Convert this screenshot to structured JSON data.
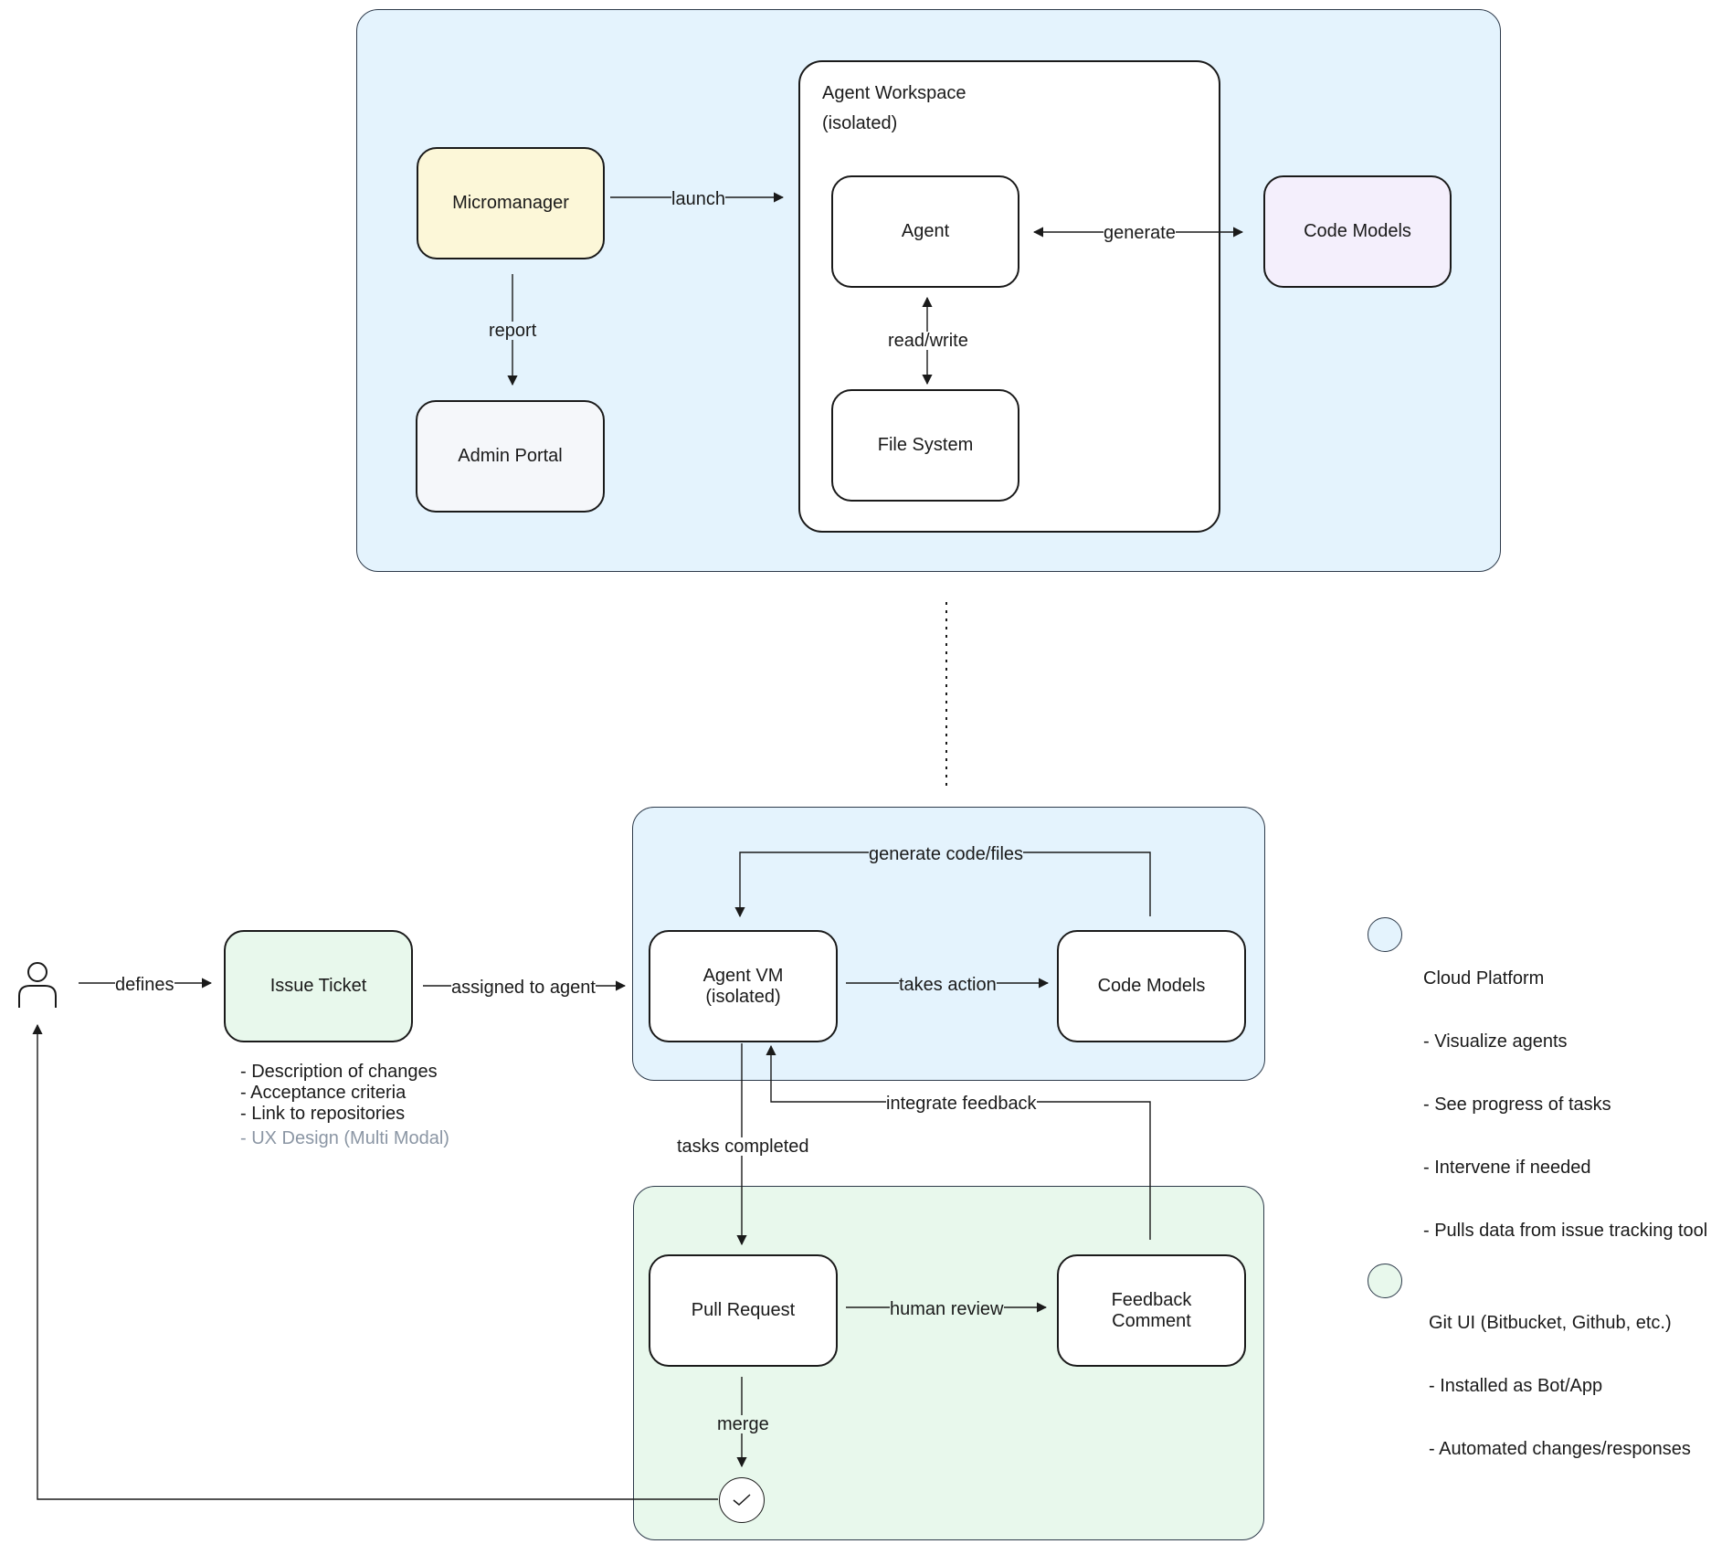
{
  "top": {
    "micromanager": "Micromanager",
    "admin_portal": "Admin Portal",
    "workspace_title": "Agent Workspace",
    "workspace_subtitle": "(isolated)",
    "agent": "Agent",
    "file_system": "File System",
    "code_models": "Code Models",
    "edge_launch": "launch",
    "edge_report": "report",
    "edge_generate": "generate",
    "edge_readwrite": "read/write"
  },
  "bottom": {
    "issue_ticket": "Issue Ticket",
    "agent_vm": "Agent VM\n(isolated)",
    "code_models": "Code Models",
    "pull_request": "Pull Request",
    "feedback_comment": "Feedback\nComment",
    "edge_defines": "defines",
    "edge_assigned": "assigned to agent",
    "edge_takes_action": "takes action",
    "edge_generate_code": "generate code/files",
    "edge_tasks_completed": "tasks completed",
    "edge_integrate_feedback": "integrate feedback",
    "edge_human_review": "human review",
    "edge_merge": "merge",
    "ticket_notes": [
      "- Description of changes",
      "- Acceptance criteria",
      "- Link to repositories"
    ],
    "ticket_note_muted": "- UX Design (Multi Modal)"
  },
  "legend": {
    "cloud": {
      "color": "#e4f3fd",
      "title": "Cloud Platform",
      "items": [
        "- Visualize agents",
        "- See progress of tasks",
        "- Intervene if needed",
        "- Pulls data from issue tracking tool"
      ]
    },
    "git": {
      "color": "#e8f8ec",
      "title": "Git UI (Bitbucket, Github, etc.)",
      "items": [
        "- Installed as Bot/App",
        "- Automated changes/responses"
      ]
    }
  },
  "icons": {
    "user": "person-icon",
    "done": "checkmark-icon"
  }
}
